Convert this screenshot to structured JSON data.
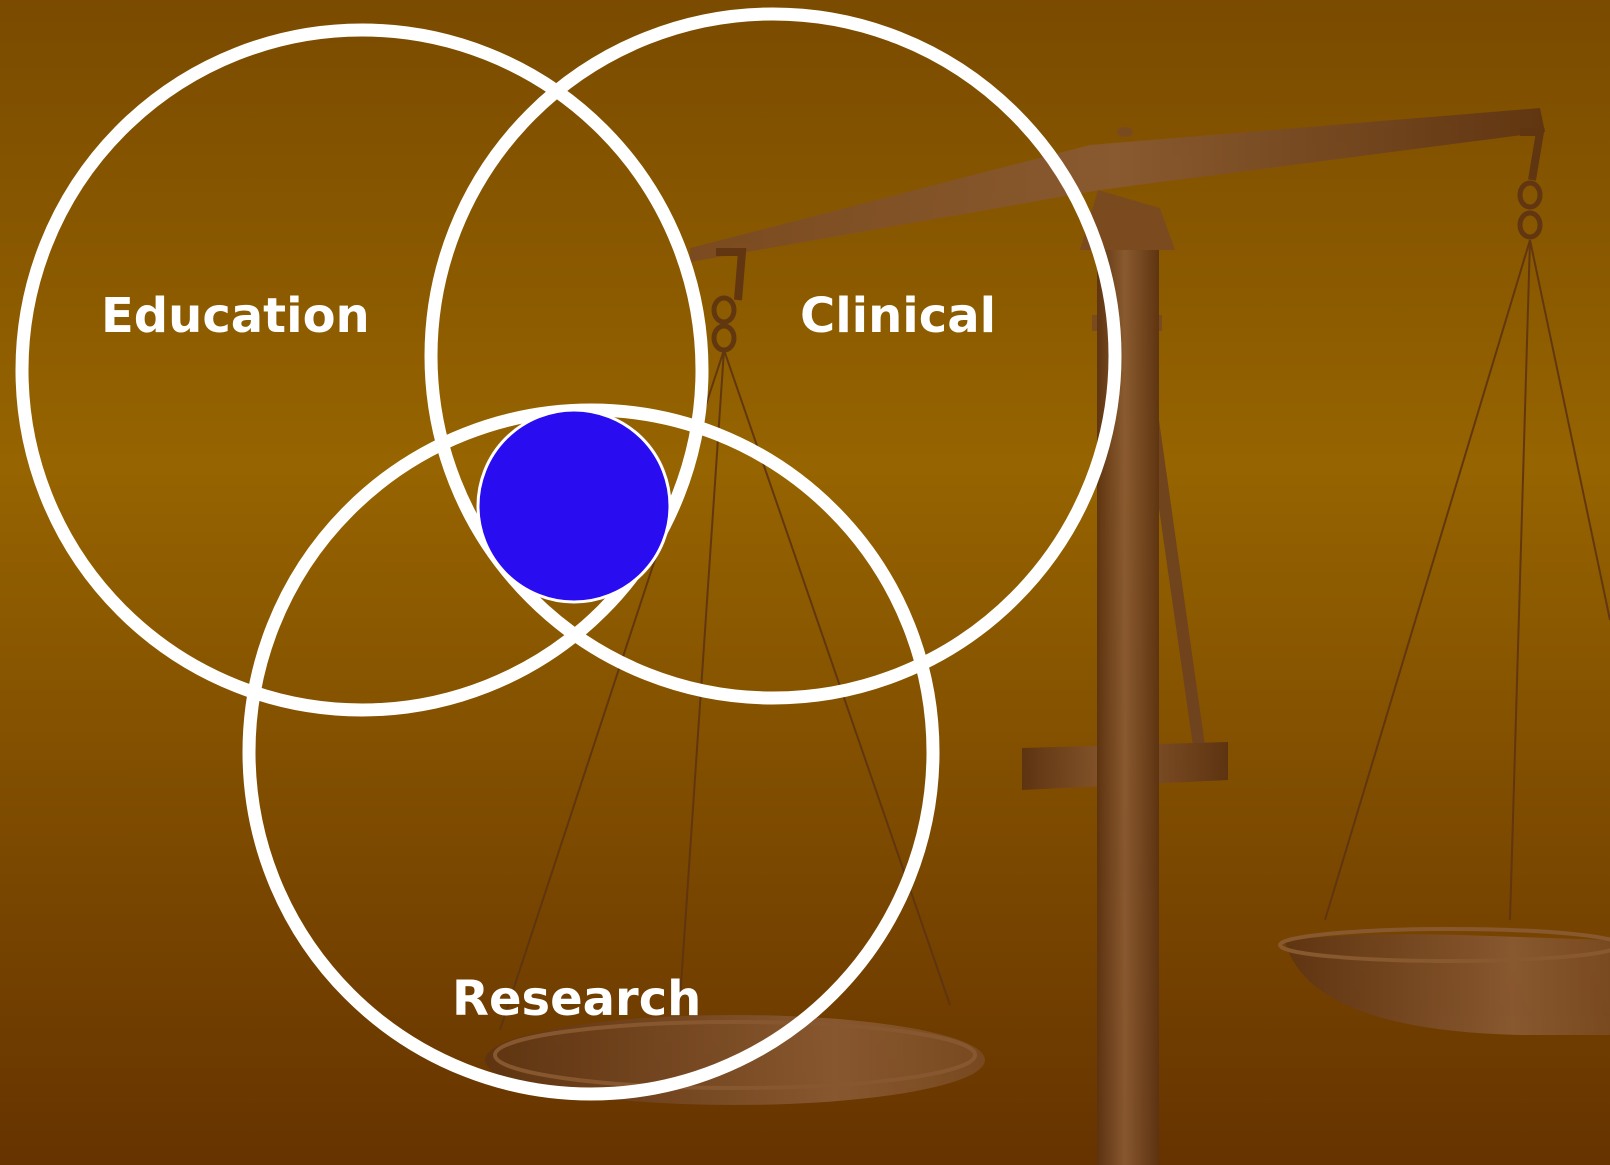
{
  "diagram": {
    "labels": {
      "education": "Education",
      "clinical": "Clinical",
      "research": "Research"
    }
  },
  "colors": {
    "background_top": "#7a4b00",
    "background_mid": "#966400",
    "background_bottom": "#663300",
    "circle_stroke": "#ffffff",
    "center_fill": "#2a0cf0",
    "scale_light": "#8a5a33",
    "scale_dark": "#5b3212"
  }
}
